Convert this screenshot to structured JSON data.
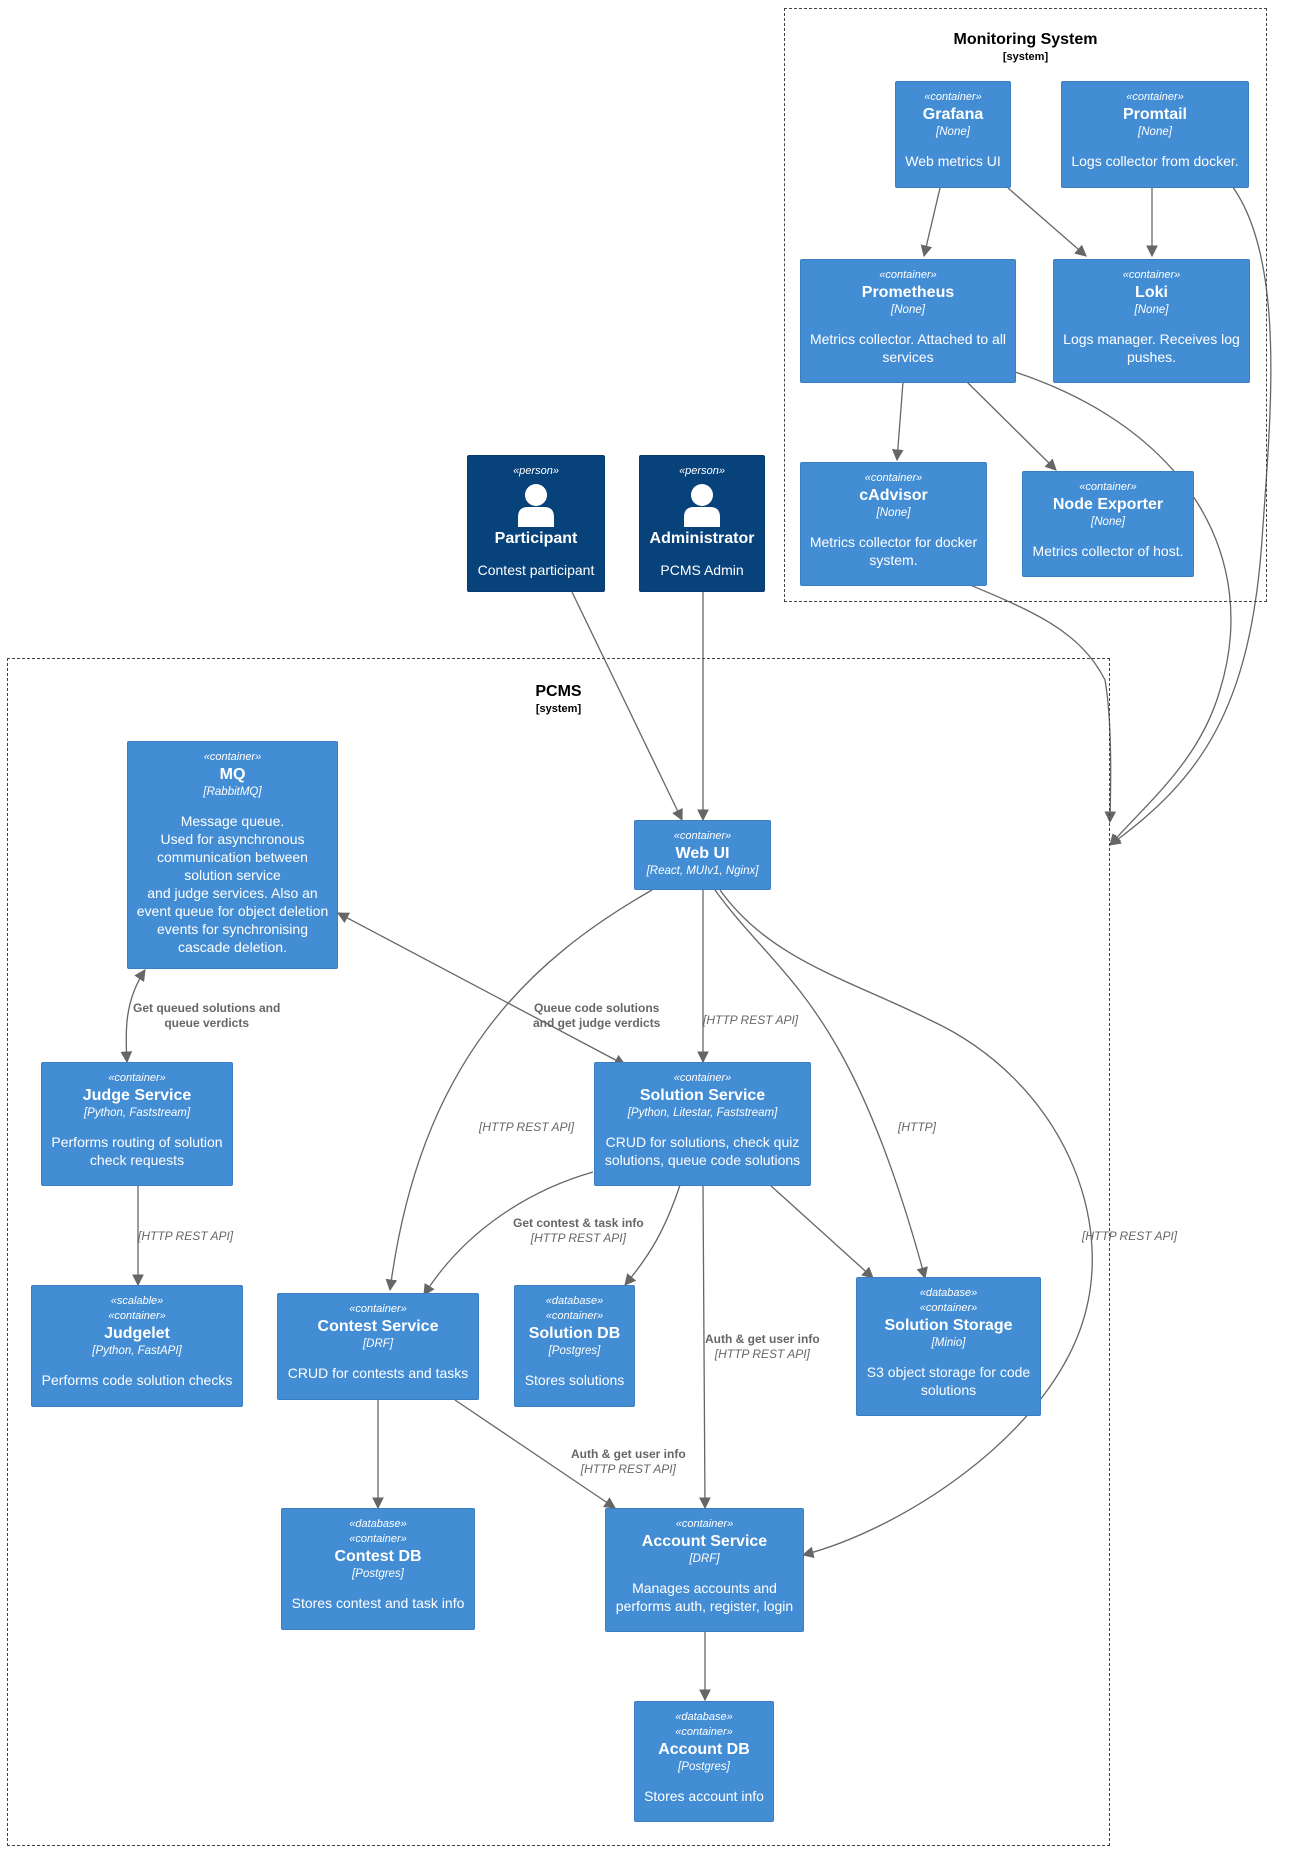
{
  "boundaries": {
    "monitoring": {
      "title": "Monitoring System",
      "type": "[system]"
    },
    "pcms": {
      "title": "PCMS",
      "type": "[system]"
    }
  },
  "nodes": {
    "grafana": {
      "stereo": "«container»",
      "name": "Grafana",
      "tech": "[None]",
      "desc": "Web metrics UI"
    },
    "promtail": {
      "stereo": "«container»",
      "name": "Promtail",
      "tech": "[None]",
      "desc": "Logs collector from docker."
    },
    "prometheus": {
      "stereo": "«container»",
      "name": "Prometheus",
      "tech": "[None]",
      "desc": "Metrics collector. Attached to all services"
    },
    "loki": {
      "stereo": "«container»",
      "name": "Loki",
      "tech": "[None]",
      "desc": "Logs manager. Receives log pushes."
    },
    "cadvisor": {
      "stereo": "«container»",
      "name": "cAdvisor",
      "tech": "[None]",
      "desc": "Metrics collector for docker system."
    },
    "node_exporter": {
      "stereo": "«container»",
      "name": "Node Exporter",
      "tech": "[None]",
      "desc": "Metrics collector of host."
    },
    "participant": {
      "stereo": "«person»",
      "name": "Participant",
      "desc": "Contest participant"
    },
    "administrator": {
      "stereo": "«person»",
      "name": "Administrator",
      "desc": "PCMS Admin"
    },
    "mq": {
      "stereo": "«container»",
      "name": "MQ",
      "tech": "[RabbitMQ]",
      "desc": "Message queue.\nUsed for asynchronous communication between solution service\nand judge services. Also an event queue for object deletion events for synchronising cascade deletion."
    },
    "web_ui": {
      "stereo": "«container»",
      "name": "Web UI",
      "tech": "[React, MUIv1, Nginx]"
    },
    "judge_service": {
      "stereo": "«container»",
      "name": "Judge Service",
      "tech": "[Python, Faststream]",
      "desc": "Performs routing of solution check requests"
    },
    "solution_service": {
      "stereo": "«container»",
      "name": "Solution Service",
      "tech": "[Python, Litestar, Faststream]",
      "desc": "CRUD for solutions, check quiz solutions, queue code solutions"
    },
    "judgelet": {
      "stereo": "«scalable»",
      "stereo2": "«container»",
      "name": "Judgelet",
      "tech": "[Python, FastAPI]",
      "desc": "Performs code solution checks"
    },
    "contest_service": {
      "stereo": "«container»",
      "name": "Contest Service",
      "tech": "[DRF]",
      "desc": "CRUD for contests and tasks"
    },
    "solution_db": {
      "stereo": "«database»",
      "stereo2": "«container»",
      "name": "Solution DB",
      "tech": "[Postgres]",
      "desc": "Stores solutions"
    },
    "solution_storage": {
      "stereo": "«database»",
      "stereo2": "«container»",
      "name": "Solution Storage",
      "tech": "[Minio]",
      "desc": "S3 object storage for code solutions"
    },
    "contest_db": {
      "stereo": "«database»",
      "stereo2": "«container»",
      "name": "Contest DB",
      "tech": "[Postgres]",
      "desc": "Stores contest and task info"
    },
    "account_service": {
      "stereo": "«container»",
      "name": "Account Service",
      "tech": "[DRF]",
      "desc": "Manages accounts and performs auth, register, login"
    },
    "account_db": {
      "stereo": "«database»",
      "stereo2": "«container»",
      "name": "Account DB",
      "tech": "[Postgres]",
      "desc": "Stores account info"
    }
  },
  "edge_labels": {
    "mq_judge": {
      "text": "Get queued solutions and\nqueue verdicts"
    },
    "solution_mq": {
      "text": "Queue code solutions\nand get judge verdicts"
    },
    "web_solution": {
      "tech": "[HTTP REST API]"
    },
    "web_contest": {
      "tech": "[HTTP REST API]"
    },
    "web_storage": {
      "tech": "[HTTP]"
    },
    "web_account": {
      "tech": "[HTTP REST API]"
    },
    "judge_judgelet": {
      "tech": "[HTTP REST API]"
    },
    "solution_contest": {
      "text": "Get contest & task info",
      "tech": "[HTTP REST API]"
    },
    "solution_account": {
      "text": "Auth & get user info",
      "tech": "[HTTP REST API]"
    },
    "contest_account": {
      "text": "Auth & get user info",
      "tech": "[HTTP REST API]"
    }
  }
}
